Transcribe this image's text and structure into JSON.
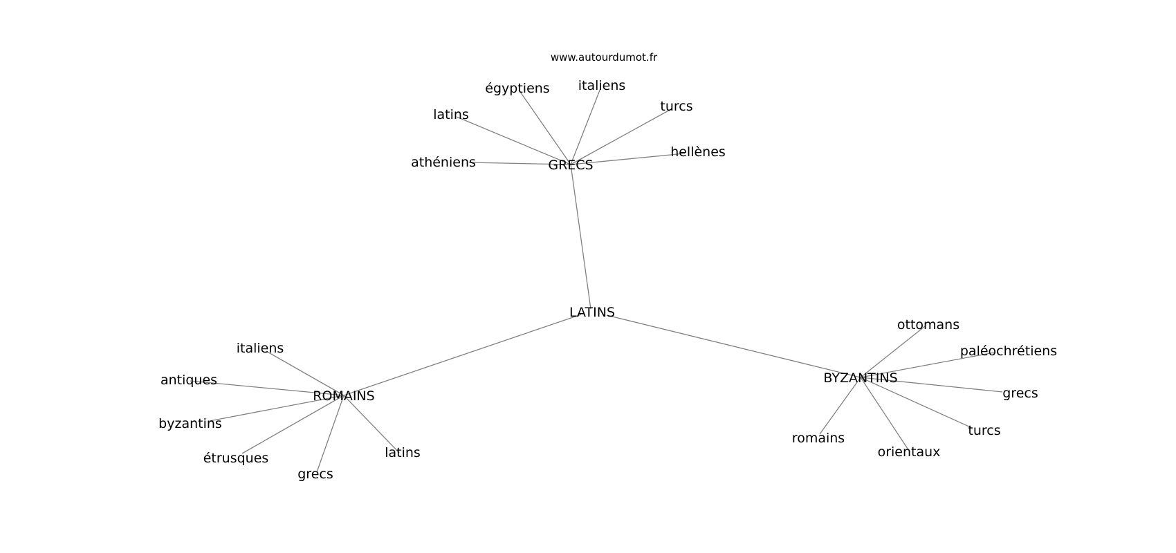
{
  "watermark": "www.autourdumot.fr",
  "center": "LATINS",
  "hubs": {
    "grecs": {
      "label": "GRECS",
      "words": [
        "égyptiens",
        "italiens",
        "latins",
        "turcs",
        "athéniens",
        "hellènes"
      ]
    },
    "romains": {
      "label": "ROMAINS",
      "words": [
        "italiens",
        "antiques",
        "byzantins",
        "étrusques",
        "grecs",
        "latins"
      ]
    },
    "byzantins": {
      "label": "BYZANTINS",
      "words": [
        "ottomans",
        "paléochrétiens",
        "grecs",
        "turcs",
        "romains",
        "orientaux"
      ]
    }
  }
}
